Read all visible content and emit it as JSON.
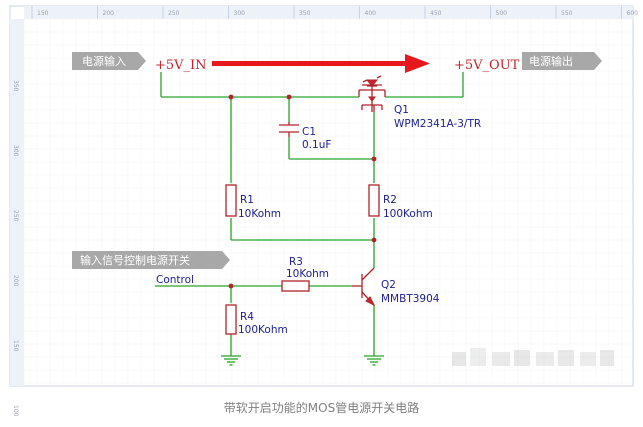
{
  "ruler": {
    "ticks": [
      "150",
      "200",
      "250",
      "300",
      "350",
      "400",
      "450",
      "500",
      "550",
      "600"
    ],
    "side_ticks": [
      "350",
      "300",
      "250",
      "200",
      "150",
      "100"
    ]
  },
  "tags": {
    "power_in": "电源输入",
    "power_out": "电源输出",
    "control_in": "输入信号控制电源开关"
  },
  "rails": {
    "vin": "+5V_IN",
    "vout": "+5V_OUT"
  },
  "nets": {
    "control": "Control"
  },
  "components": {
    "q1": {
      "ref": "Q1",
      "value": "WPM2341A-3/TR"
    },
    "c1": {
      "ref": "C1",
      "value": "0.1uF"
    },
    "r1": {
      "ref": "R1",
      "value": "10Kohm"
    },
    "r2": {
      "ref": "R2",
      "value": "100Kohm"
    },
    "r3": {
      "ref": "R3",
      "value": "10Kohm"
    },
    "r4": {
      "ref": "R4",
      "value": "100Kohm"
    },
    "q2": {
      "ref": "Q2",
      "value": "MMBT3904"
    }
  },
  "caption": "带软开启功能的MOS管电源开关电路",
  "colors": {
    "wire": "#2aa52a",
    "component": "#b0242a",
    "label": "#1e1e8c",
    "tag_bg": "#a8a8a8",
    "arrow": "#e8191c"
  }
}
